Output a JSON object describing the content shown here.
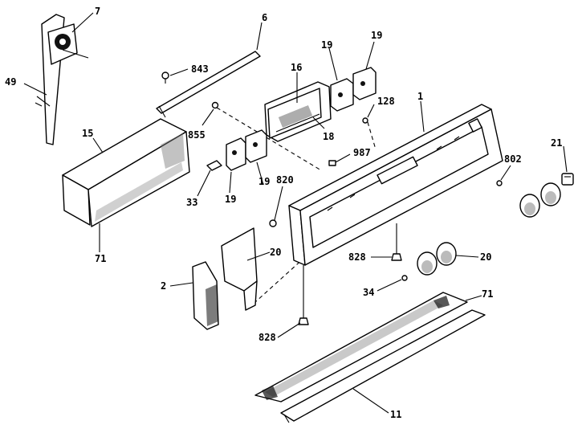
{
  "diagram": {
    "labels": [
      {
        "id": "p7",
        "text": "7"
      },
      {
        "id": "p6",
        "text": "6"
      },
      {
        "id": "p49",
        "text": "49"
      },
      {
        "id": "p843",
        "text": "843"
      },
      {
        "id": "p16",
        "text": "16"
      },
      {
        "id": "p19a",
        "text": "19"
      },
      {
        "id": "p19b",
        "text": "19"
      },
      {
        "id": "p128",
        "text": "128"
      },
      {
        "id": "p1",
        "text": "1"
      },
      {
        "id": "p15",
        "text": "15"
      },
      {
        "id": "p855",
        "text": "855"
      },
      {
        "id": "p18",
        "text": "18"
      },
      {
        "id": "p987",
        "text": "987"
      },
      {
        "id": "p802",
        "text": "802"
      },
      {
        "id": "p21",
        "text": "21"
      },
      {
        "id": "p33",
        "text": "33"
      },
      {
        "id": "p19c",
        "text": "19"
      },
      {
        "id": "p19d",
        "text": "19"
      },
      {
        "id": "p820",
        "text": "820"
      },
      {
        "id": "p71a",
        "text": "71"
      },
      {
        "id": "p20a",
        "text": "20"
      },
      {
        "id": "p828a",
        "text": "828"
      },
      {
        "id": "p20b",
        "text": "20"
      },
      {
        "id": "p2",
        "text": "2"
      },
      {
        "id": "p34",
        "text": "34"
      },
      {
        "id": "p71b",
        "text": "71"
      },
      {
        "id": "p828b",
        "text": "828"
      },
      {
        "id": "p11",
        "text": "11"
      }
    ]
  }
}
